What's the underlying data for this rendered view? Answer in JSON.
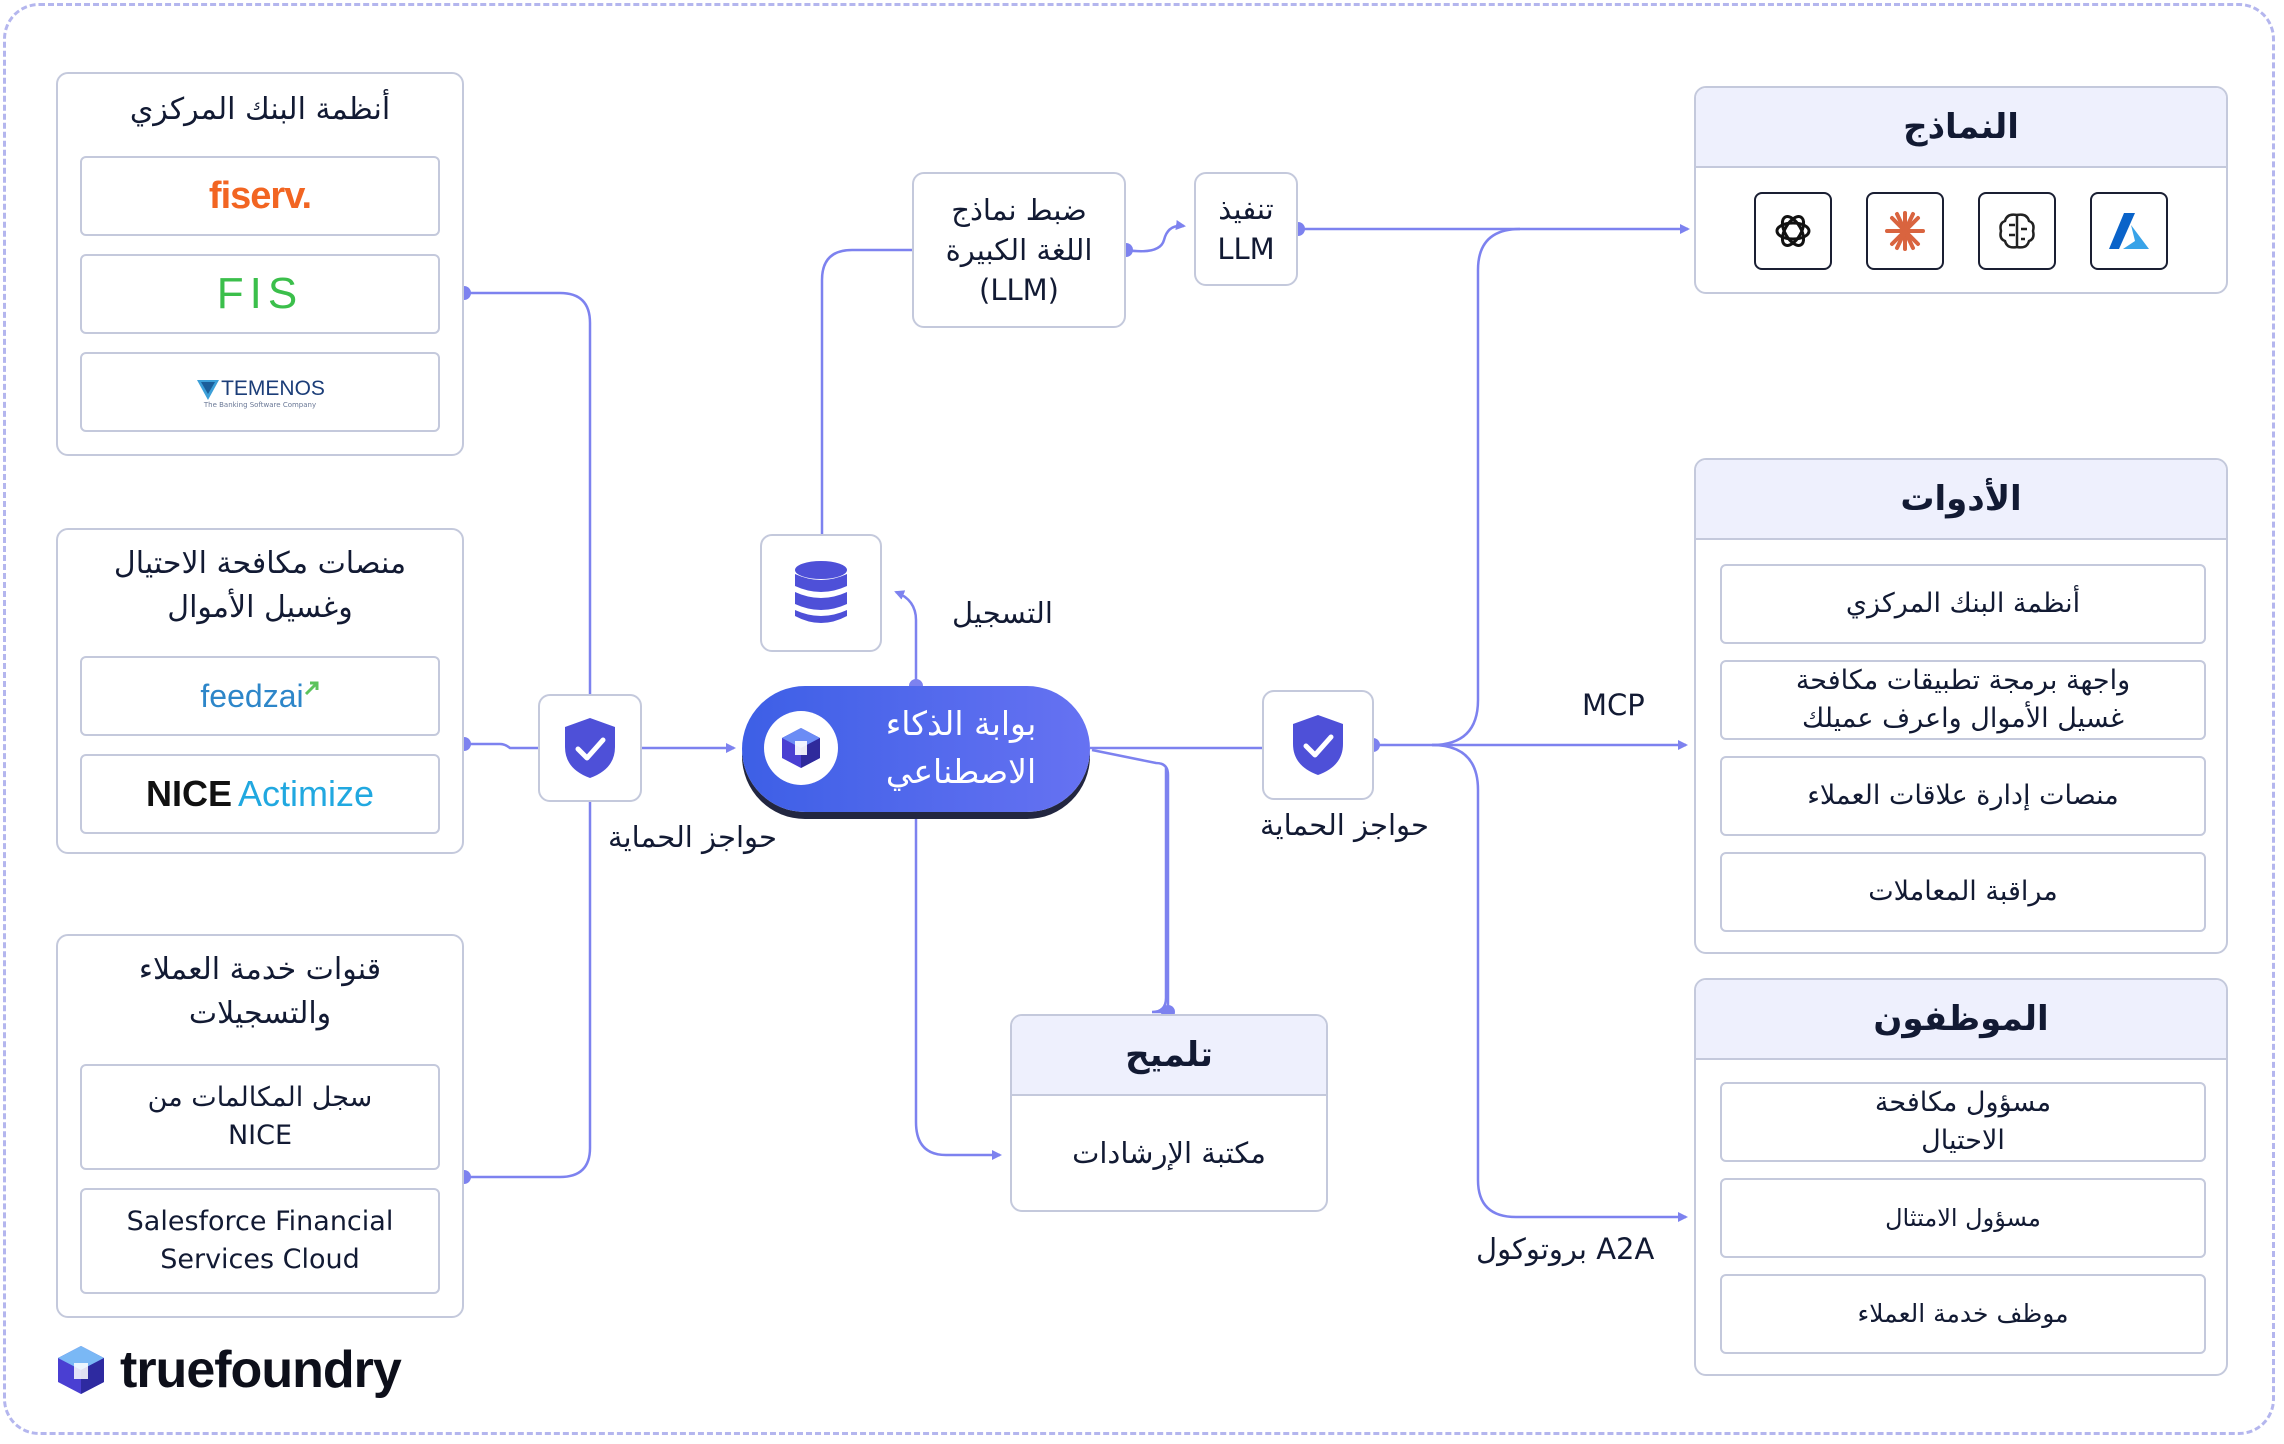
{
  "gateway": {
    "label": "بوابة الذكاء الاصطناعي"
  },
  "left": {
    "core_banking": {
      "title": "أنظمة البنك المركزي",
      "vendors": [
        "fiserv.",
        "FIS",
        "TEMENOS",
        "The Banking Software Company"
      ]
    },
    "aml_platforms": {
      "title": "منصات مكافحة الاحتيال وغسيل الأموال",
      "vendors": [
        "feedzai",
        "NICE",
        "Actimize"
      ]
    },
    "customer_channels": {
      "title": "قنوات خدمة العملاء والتسجيلات",
      "items": [
        "سجل المكالمات من NICE",
        "Salesforce Financial Services Cloud"
      ]
    }
  },
  "guardrails_left": {
    "label": "حواجز الحماية"
  },
  "guardrails_right": {
    "label": "حواجز الحماية"
  },
  "logging": {
    "label": "التسجيل"
  },
  "finetune": {
    "label": "ضبط نماذج اللغة الكبيرة (LLM)"
  },
  "llm_exec": {
    "label": "تنفيذ LLM"
  },
  "prompt": {
    "title": "تلميح",
    "item": "مكتبة الإرشادات"
  },
  "models": {
    "title": "النماذج",
    "icons": [
      "openai-icon",
      "anthropic-icon",
      "brain-icon",
      "azure-icon"
    ]
  },
  "tools": {
    "title": "الأدوات",
    "items": [
      "أنظمة البنك المركزي",
      "واجهة برمجة تطبيقات مكافحة غسيل الأموال واعرف عميلك",
      "منصات إدارة علاقات العملاء",
      "مراقبة المعاملات"
    ]
  },
  "employees": {
    "title": "الموظفون",
    "items": [
      "مسؤول مكافحة الاحتيال",
      "مسؤول الامتثال",
      "موظف خدمة العملاء"
    ]
  },
  "protocols": {
    "mcp": "MCP",
    "a2a": "بروتوكول A2A"
  },
  "brand": {
    "name": "truefoundry"
  },
  "colors": {
    "accent": "#6b71ef",
    "line": "#7d82ef",
    "border": "#c4c9dc",
    "header_bg": "#eef0fd",
    "text": "#121a33"
  }
}
